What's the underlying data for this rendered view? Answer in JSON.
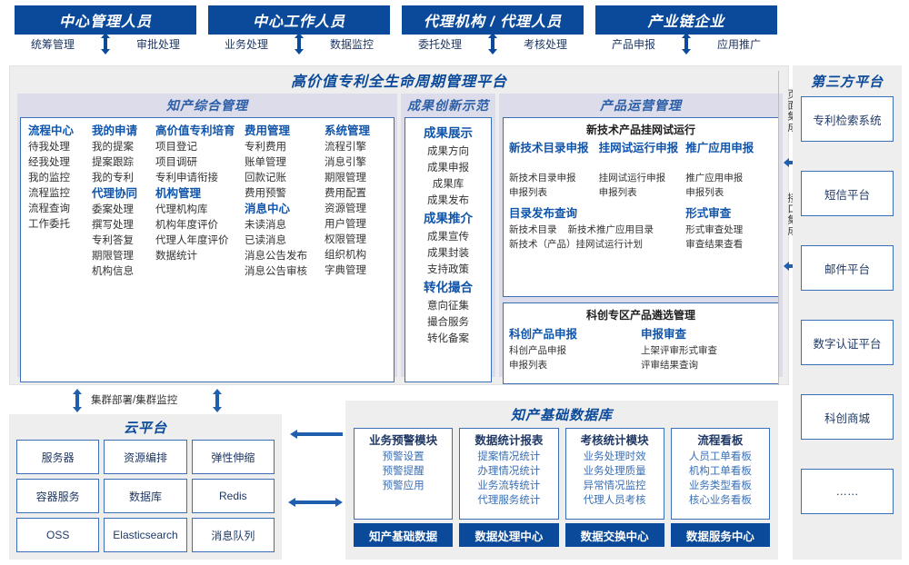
{
  "roles": [
    {
      "title": "中心管理人员",
      "left": "统筹管理",
      "right": "审批处理"
    },
    {
      "title": "中心工作人员",
      "left": "业务处理",
      "right": "数据监控"
    },
    {
      "title": "代理机构 / 代理人员",
      "left": "委托处理",
      "right": "考核处理"
    },
    {
      "title": "产业链企业",
      "left": "产品申报",
      "right": "应用推广"
    }
  ],
  "platform": {
    "title": "高价值专利全生命周期管理平台",
    "sections": {
      "ip_mgmt": {
        "title": "知产综合管理",
        "columns": [
          {
            "groups": [
              {
                "head": "流程中心",
                "items": [
                  "待我处理",
                  "经我处理",
                  "我的监控",
                  "流程监控",
                  "流程查询",
                  "工作委托"
                ]
              }
            ]
          },
          {
            "groups": [
              {
                "head": "我的申请",
                "items": [
                  "我的提案",
                  "提案跟踪",
                  "我的专利"
                ]
              },
              {
                "head": "代理协同",
                "items": [
                  "委案处理",
                  "撰写处理",
                  "专利答复",
                  "期限管理",
                  "机构信息"
                ]
              }
            ]
          },
          {
            "groups": [
              {
                "head": "高价值专利培育",
                "items": [
                  "项目登记",
                  "项目调研",
                  "专利申请衔接"
                ]
              },
              {
                "head": "机构管理",
                "items": [
                  "代理机构库",
                  "机构年度评价",
                  "代理人年度评价",
                  "数据统计"
                ]
              }
            ]
          },
          {
            "groups": [
              {
                "head": "费用管理",
                "items": [
                  "专利费用",
                  "账单管理",
                  "回款记账",
                  "费用预警"
                ]
              },
              {
                "head": "消息中心",
                "items": [
                  "未读消息",
                  "已读消息",
                  "消息公告发布",
                  "消息公告审核"
                ]
              }
            ]
          },
          {
            "groups": [
              {
                "head": "系统管理",
                "items": [
                  "流程引擎",
                  "消息引擎",
                  "期限管理",
                  "费用配置",
                  "资源管理",
                  "用户管理",
                  "权限管理",
                  "组织机构",
                  "字典管理"
                ]
              }
            ]
          }
        ]
      },
      "achievement": {
        "title": "成果创新示范",
        "groups": [
          {
            "head": "成果展示",
            "items": [
              "成果方向",
              "成果申报",
              "成果库",
              "成果发布"
            ]
          },
          {
            "head": "成果推介",
            "items": [
              "成果宣传",
              "成果封装",
              "支持政策"
            ]
          },
          {
            "head": "转化撮合",
            "items": [
              "意向征集",
              "撮合服务",
              "转化备案"
            ]
          }
        ]
      },
      "product_ops": {
        "title": "产品运营管理",
        "boxes": [
          {
            "title": "新技术产品挂网试运行",
            "row1": [
              {
                "head": "新技术目录申报",
                "items": [
                  "新技术目录申报",
                  "申报列表"
                ]
              },
              {
                "head": "挂网试运行申报",
                "items": [
                  "挂网试运行申报",
                  "申报列表"
                ]
              },
              {
                "head": "推广应用申报",
                "items": [
                  "推广应用申报",
                  "申报列表"
                ]
              }
            ],
            "row2_left": {
              "head": "目录发布查询",
              "items": [
                "新技术目录",
                "新技术推广应用目录",
                "新技术（产品）挂网试运行计划"
              ]
            },
            "row2_right": {
              "head": "形式审查",
              "items": [
                "形式审查处理",
                "审查结果查看"
              ]
            }
          },
          {
            "title": "科创专区产品遴选管理",
            "row1": [
              {
                "head": "科创产品申报",
                "items": [
                  "科创产品申报",
                  "申报列表"
                ]
              },
              {
                "head": "申报审查",
                "items": [
                  "上架评审形式审查",
                  "评审结果查询"
                ]
              }
            ]
          }
        ]
      }
    }
  },
  "integration": {
    "page_label": "页面集成",
    "api_label": "接口集成"
  },
  "third_party": {
    "title": "第三方平台",
    "items": [
      "专利检索系统",
      "短信平台",
      "邮件平台",
      "数字认证平台",
      "科创商城",
      "……"
    ]
  },
  "cloud": {
    "cluster_label": "集群部署/集群监控",
    "title": "云平台",
    "cells": [
      "服务器",
      "资源编排",
      "弹性伸缩",
      "容器服务",
      "数据库",
      "Redis",
      "OSS",
      "Elasticsearch",
      "消息队列"
    ]
  },
  "database": {
    "title": "知产基础数据库",
    "columns": [
      {
        "head": "业务预警模块",
        "items": [
          "预警设置",
          "预警提醒",
          "预警应用"
        ],
        "foot": "知产基础数据"
      },
      {
        "head": "数据统计报表",
        "items": [
          "提案情况统计",
          "办理情况统计",
          "业务流转统计",
          "代理服务统计"
        ],
        "foot": "数据处理中心"
      },
      {
        "head": "考核统计模块",
        "items": [
          "业务处理时效",
          "业务处理质量",
          "异常情况监控",
          "代理人员考核"
        ],
        "foot": "数据交换中心"
      },
      {
        "head": "流程看板",
        "items": [
          "人员工单看板",
          "机构工单看板",
          "业务类型看板",
          "核心业务看板"
        ],
        "foot": "数据服务中心"
      }
    ]
  },
  "colors": {
    "header_blue": "#0b4a9b",
    "accent_blue": "#3a6fb5",
    "band_lavender": "#dcdcea",
    "panel_gray": "#eeeeee"
  }
}
